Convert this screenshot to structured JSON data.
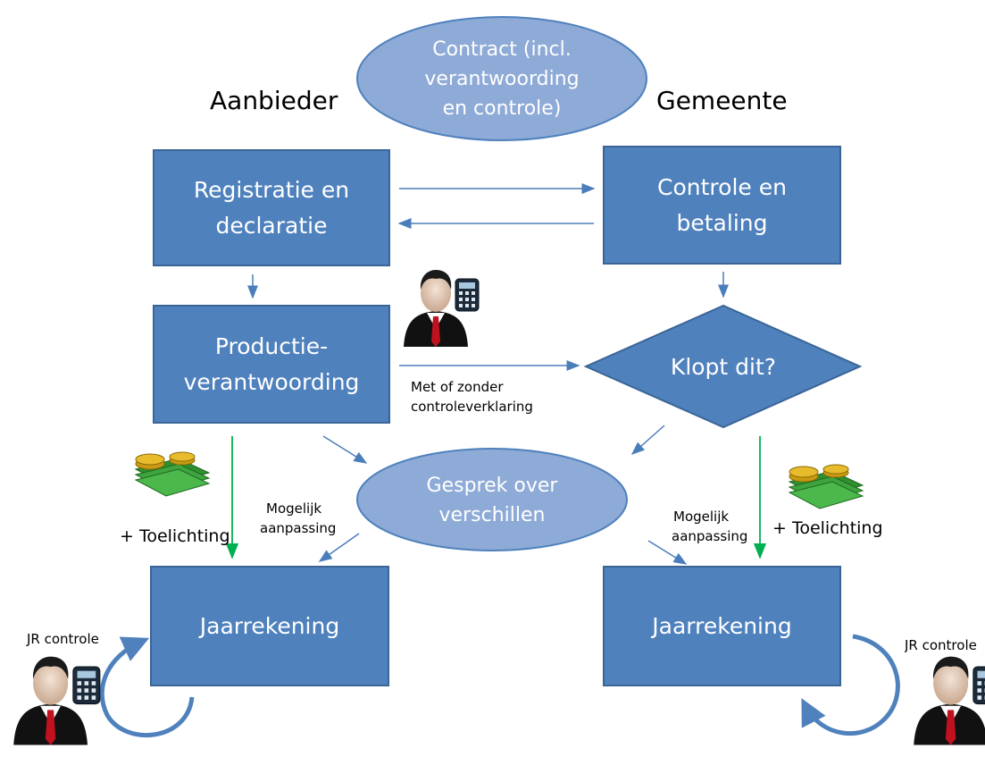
{
  "colors": {
    "box_fill": "#4f81bd",
    "ellipse_fill": "#8eaad6",
    "flow_arrow": "#4a7ebb",
    "money_arrow": "#00b050",
    "cycle_arrow": "#4f81bd"
  },
  "header": {
    "contract": "Contract (incl.\nverantwoording\nen controle)",
    "left_party": "Aanbieder",
    "right_party": "Gemeente"
  },
  "boxes": {
    "registratie": "Registratie en\ndeclaratie",
    "controle_betaling": "Controle en\nbetaling",
    "productie": "Productie-\nverantwoording",
    "klopt": "Klopt dit?",
    "gesprek": "Gesprek over\nverschillen",
    "jaarrekening_left": "Jaarrekening",
    "jaarrekening_right": "Jaarrekening"
  },
  "labels": {
    "met_zonder_line1": "Met of zonder",
    "met_zonder_line2": "controleverklaring",
    "toelichting_left": "+ Toelichting",
    "toelichting_right": "+ Toelichting",
    "mogelijk_left_1": "Mogelijk",
    "mogelijk_left_2": "aanpassing",
    "mogelijk_right_1": "Mogelijk",
    "mogelijk_right_2": "aanpassing",
    "jr_controle_left": "JR controle",
    "jr_controle_right": "JR controle"
  },
  "icons": {
    "auditor": "businessman-calculator-icon",
    "money": "money-stack-icon"
  }
}
